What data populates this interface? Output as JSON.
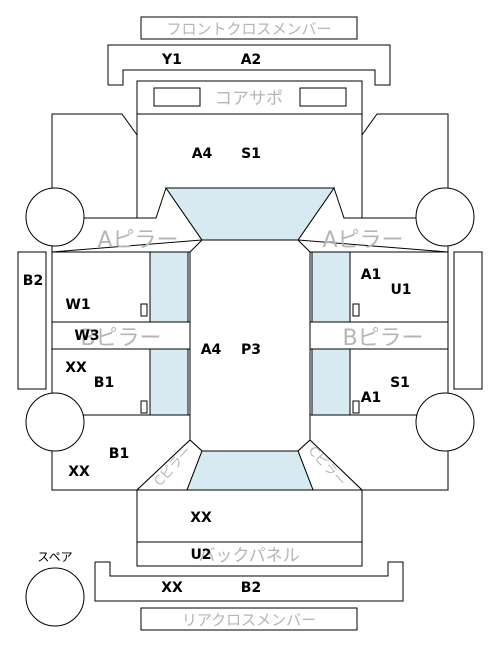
{
  "parts": {
    "front_cross_member": "フロントクロスメンバー",
    "core_support": "コアサポ",
    "a_pillar_left": "Aピラー",
    "a_pillar_right": "Aピラー",
    "b_pillar_left": "Bピラー",
    "b_pillar_right": "Bピラー",
    "c_pillar_left": "Cピラー",
    "c_pillar_right": "Cピラー",
    "back_panel": "バックパネル",
    "rear_cross_member": "リアクロスメンバー",
    "spare": "スペア"
  },
  "codes": {
    "front_cross_left": "Y1",
    "front_cross_right": "A2",
    "hood_left": "A4",
    "hood_right": "S1",
    "front_door_right_top": "A1",
    "front_door_right": "U1",
    "side_sill_left": "B2",
    "front_door_left": "W1",
    "b_pillar_left_code": "W3",
    "roof_left": "A4",
    "roof_right": "P3",
    "rear_door_left_top": "XX",
    "rear_door_left": "B1",
    "rear_door_right": "S1",
    "rear_door_right_bottom": "A1",
    "rear_fender_left_top": "B1",
    "rear_fender_left": "XX",
    "trunk": "XX",
    "back_panel_code": "U2",
    "rear_cross_left": "XX",
    "rear_cross_right": "B2"
  },
  "colors": {
    "glass": "#d7eaf2",
    "part_label": "#b5b5b5",
    "line": "#000000"
  }
}
